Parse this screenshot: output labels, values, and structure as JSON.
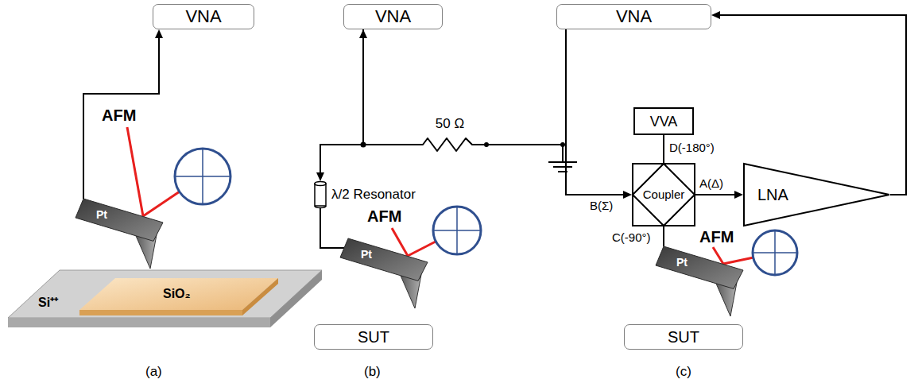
{
  "diagram": {
    "nodes": [
      {
        "text": [
          "VNA"
        ]
      },
      {
        "text": [
          "Pt"
        ]
      },
      {
        "text": [
          "VNA"
        ]
      },
      {
        "text": [
          "50 Ω"
        ]
      },
      {
        "text": [
          "λ/2 Resonator"
        ]
      },
      {
        "text": [
          "Pt"
        ]
      },
      {
        "text": [
          "SUT"
        ]
      },
      {
        "text": [
          "VNA"
        ]
      },
      {
        "text": [
          "VVA"
        ]
      },
      {
        "text": [
          "Coupler"
        ]
      },
      {
        "text": [
          "LNA"
        ]
      },
      {
        "text": [
          "Pt"
        ]
      },
      {
        "text": [
          "SUT"
        ]
      }
    ],
    "edges": [
      {
        "from": 1,
        "to": 0,
        "arrow": "to"
      },
      {
        "from": 2,
        "to": 3,
        "arrow": "none"
      },
      {
        "from": 2,
        "to": 4,
        "arrow": "both"
      },
      {
        "from": 4,
        "to": 5,
        "arrow": "none"
      },
      {
        "from": 7,
        "to": 9,
        "arrow": "to"
      },
      {
        "from": 9,
        "to": 10,
        "arrow": "to"
      },
      {
        "from": 10,
        "to": 7,
        "arrow": "to"
      },
      {
        "from": 9,
        "to": 8,
        "arrow": "none"
      },
      {
        "from": 9,
        "to": 11,
        "arrow": "none"
      }
    ],
    "labels": [
      "AFM",
      "Si⁺⁺",
      "SiO₂",
      "(a)",
      "AFM",
      "(b)",
      "D(-180°)",
      "B(Σ)",
      "A(Δ)",
      "C(-90°)",
      "AFM",
      "(c)"
    ]
  }
}
